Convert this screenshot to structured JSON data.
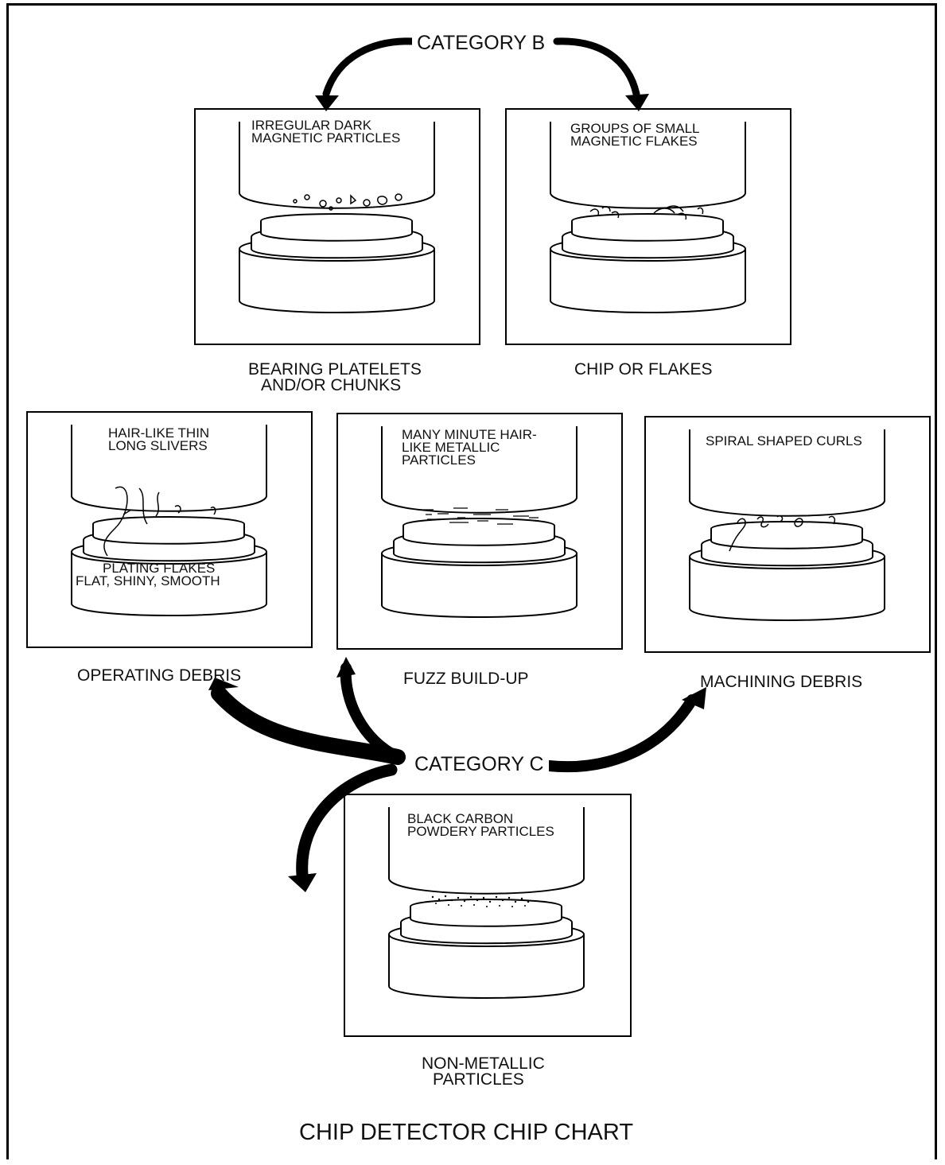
{
  "title": "CHIP DETECTOR CHIP CHART",
  "categories": {
    "b": "CATEGORY B",
    "c": "CATEGORY C"
  },
  "panels": [
    {
      "id": "bearing",
      "inner": [
        "IRREGULAR DARK",
        "MAGNETIC PARTICLES"
      ],
      "caption": [
        "BEARING PLATELETS",
        "AND/OR CHUNKS"
      ]
    },
    {
      "id": "chip",
      "inner": [
        "GROUPS OF SMALL",
        "MAGNETIC FLAKES"
      ],
      "caption": [
        "CHIP OR FLAKES"
      ]
    },
    {
      "id": "operating",
      "inner": [
        "HAIR-LIKE THIN",
        "LONG SLIVERS"
      ],
      "inner_lower": [
        "PLATING FLAKES",
        "FLAT, SHINY, SMOOTH"
      ],
      "caption": [
        "OPERATING DEBRIS"
      ]
    },
    {
      "id": "fuzz",
      "inner": [
        "MANY MINUTE HAIR-",
        "LIKE METALLIC",
        "PARTICLES"
      ],
      "caption": [
        "FUZZ BUILD-UP"
      ]
    },
    {
      "id": "machining",
      "inner": [
        "SPIRAL SHAPED CURLS"
      ],
      "caption": [
        "MACHINING DEBRIS"
      ]
    },
    {
      "id": "nonmetallic",
      "inner": [
        "BLACK CARBON",
        "POWDERY PARTICLES"
      ],
      "caption": [
        "NON-METALLIC",
        "PARTICLES"
      ]
    }
  ]
}
